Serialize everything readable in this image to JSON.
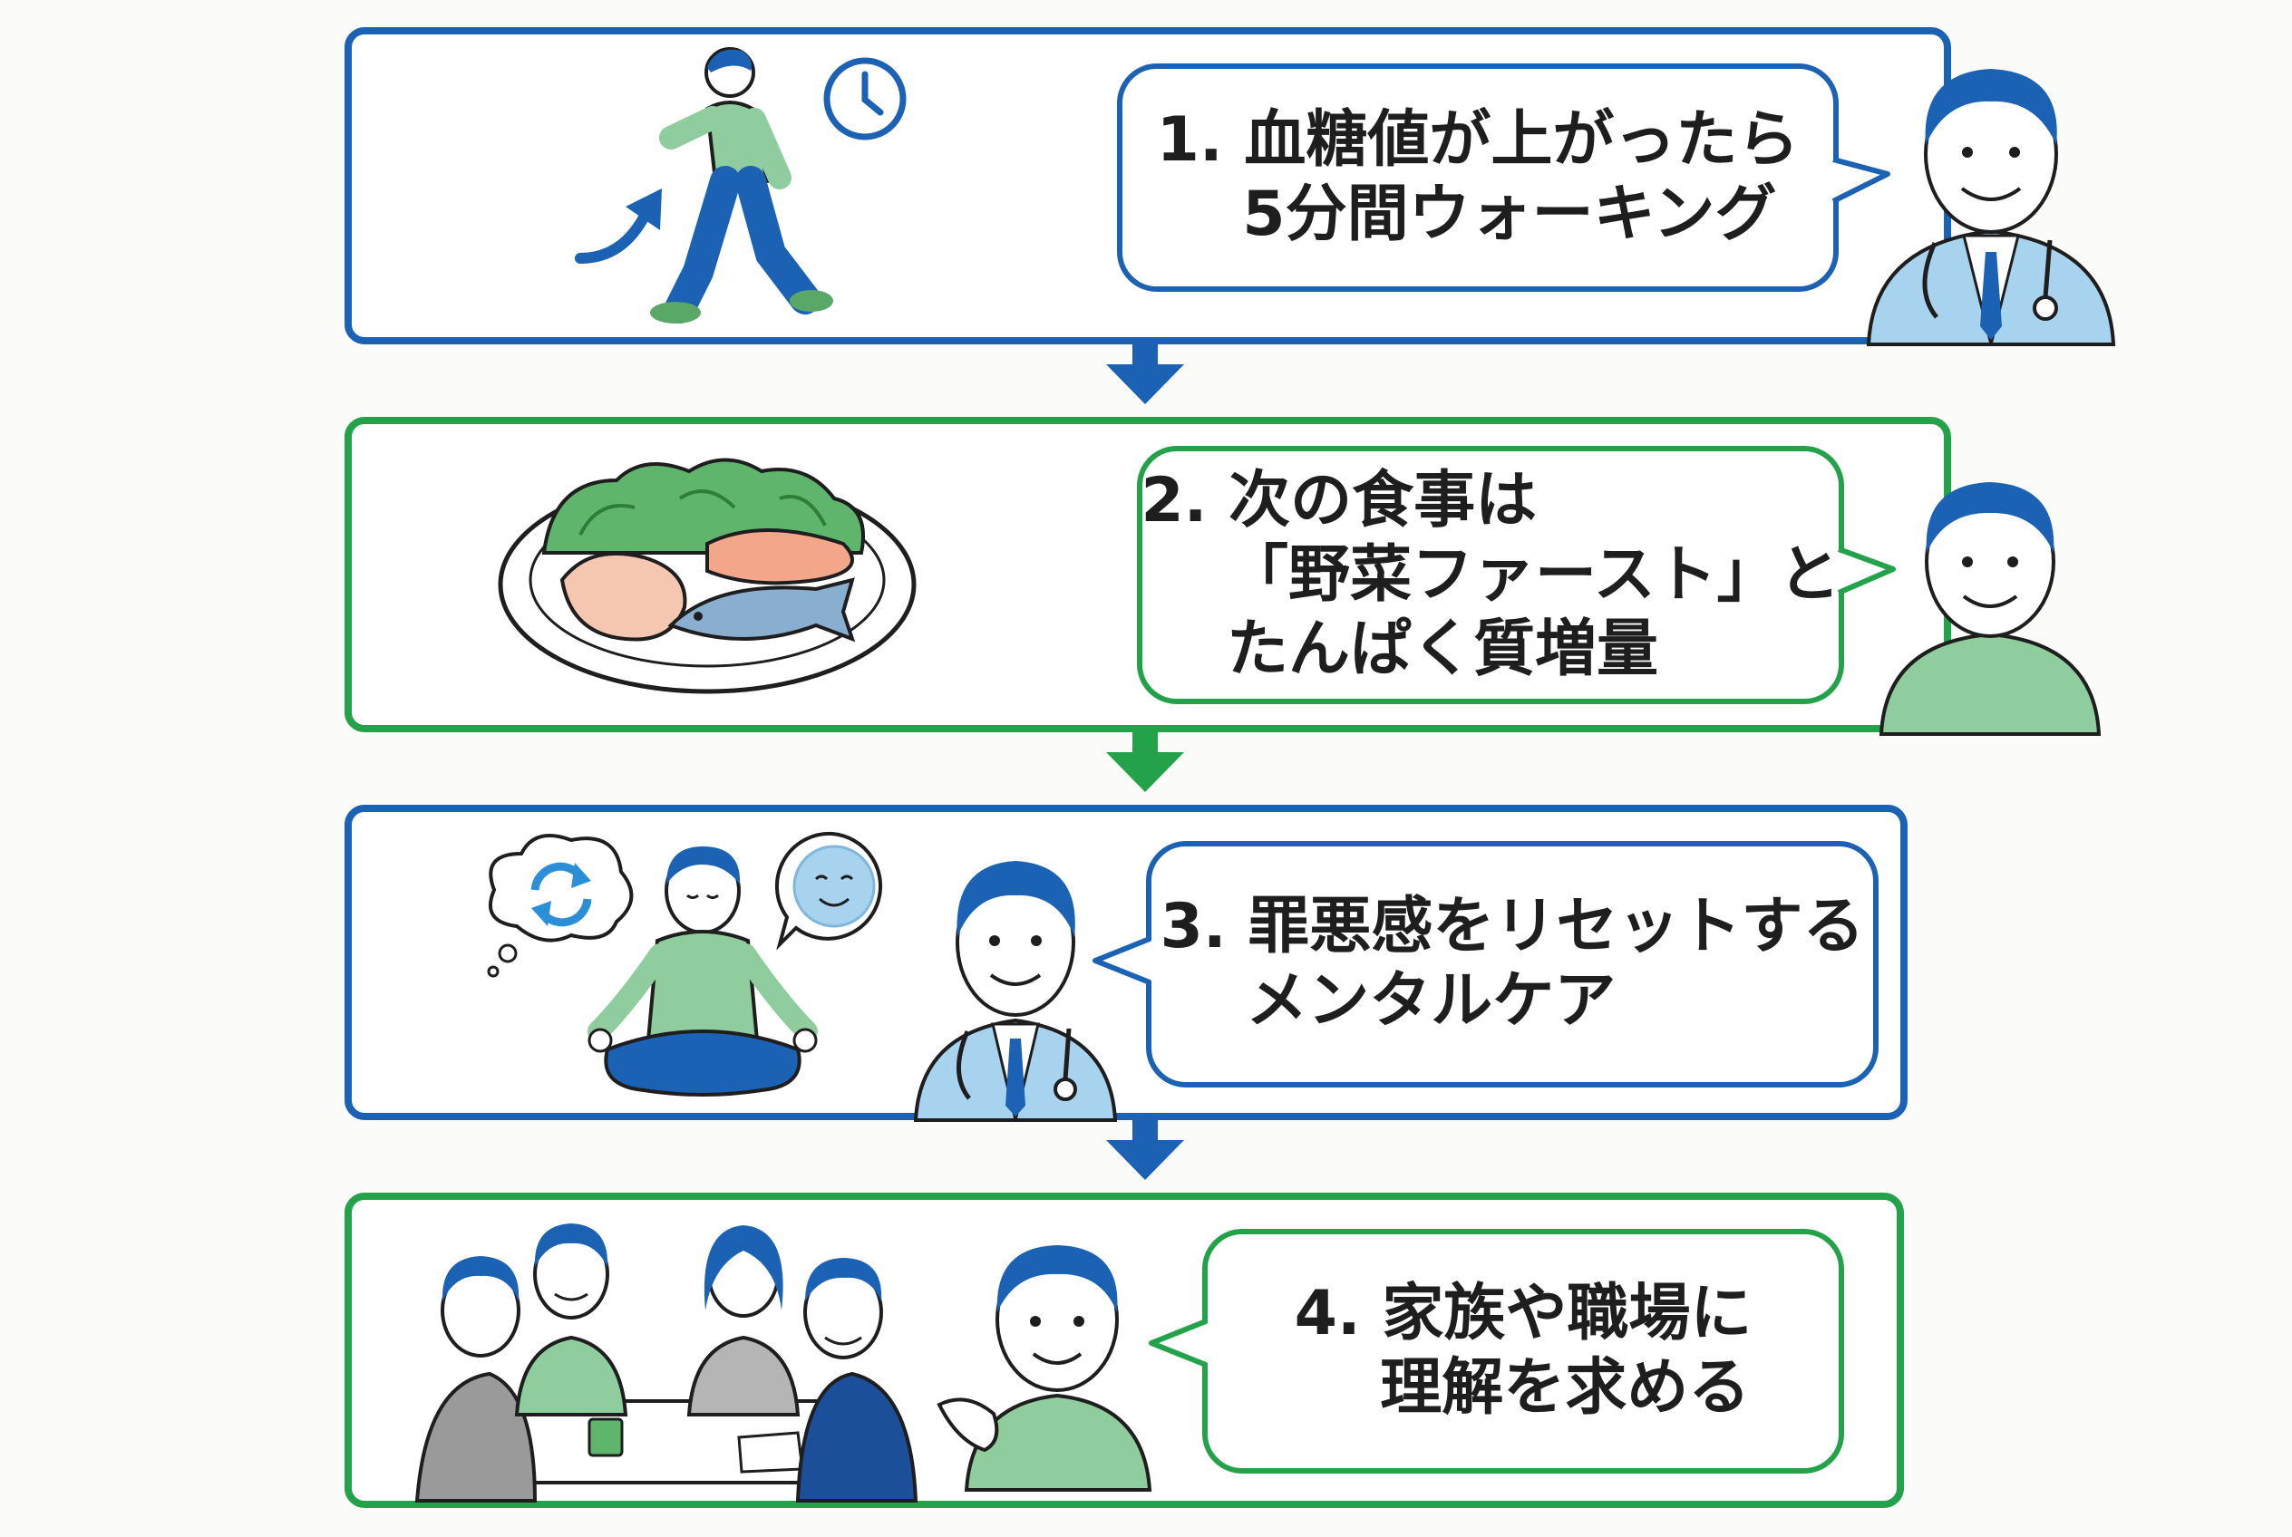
{
  "steps": [
    {
      "label": "1. 血糖値が上がったら\n    5分間ウォーキング",
      "color": "#1b62b4"
    },
    {
      "label": "2. 次の食事は\n    「野菜ファースト」と\n    たんぱく質増量",
      "color": "#23a24a"
    },
    {
      "label": "3. 罪悪感をリセットする\n    メンタルケア",
      "color": "#1b62b4"
    },
    {
      "label": "4. 家族や職場に\n    理解を求める",
      "color": "#23a24a"
    }
  ],
  "icons": {
    "step1": [
      "walking-person-icon",
      "clock-icon",
      "up-arrow-icon",
      "doctor-icon"
    ],
    "step2": [
      "meal-plate-icon",
      "patient-icon"
    ],
    "step3": [
      "refresh-thought-icon",
      "meditating-person-icon",
      "smile-icon",
      "doctor-icon"
    ],
    "step4": [
      "meeting-group-icon",
      "patient-icon"
    ]
  },
  "colors": {
    "blue": "#1b62b4",
    "green": "#23a24a",
    "light_green": "#8fcc9e",
    "light_blue": "#a8d3ef"
  }
}
